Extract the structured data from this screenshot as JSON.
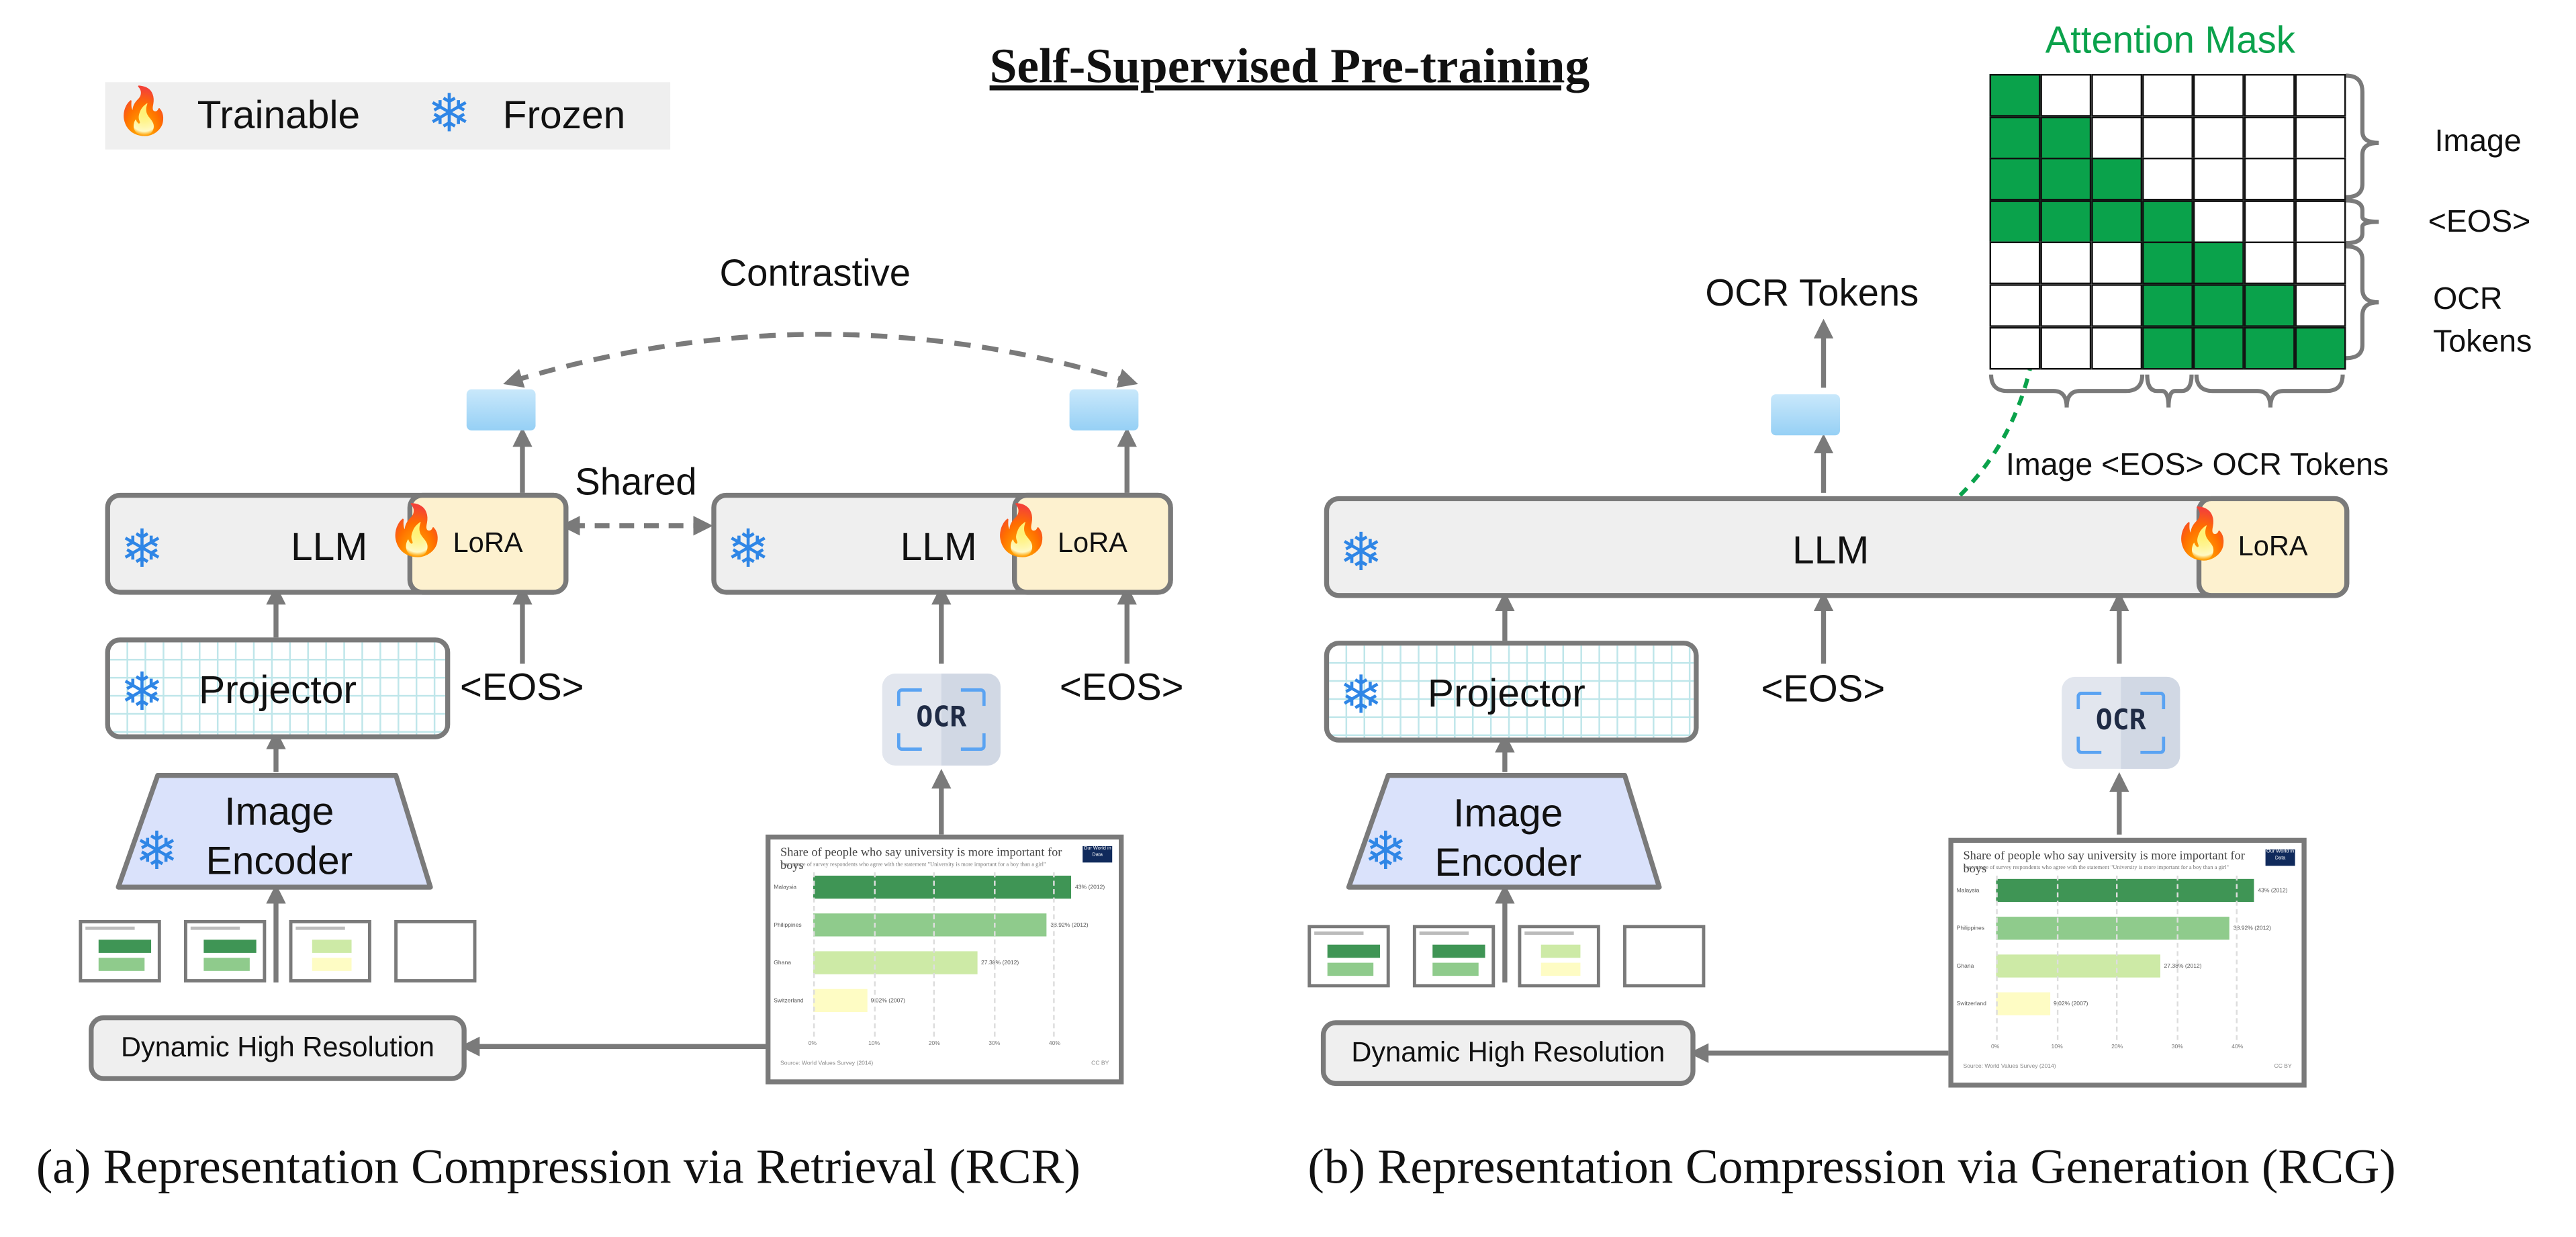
{
  "title": "Self-Supervised Pre-training",
  "legend": {
    "trainable": "Trainable",
    "frozen": "Frozen"
  },
  "icons": {
    "trainable": "fire-icon",
    "frozen": "snowflake-icon",
    "ocr": "ocr-scan-icon"
  },
  "colors": {
    "mask_green": "#0aa24b",
    "encoder_fill": "#dae2fb",
    "lora_fill": "#fdf1cf",
    "token_fill": "#9fd4f6",
    "arrow": "#7a7a7a"
  },
  "rcr": {
    "contrastive": "Contrastive",
    "shared": "Shared",
    "llm_left": "LLM",
    "lora_left": "LoRA",
    "llm_right": "LLM",
    "lora_right": "LoRA",
    "projector": "Projector",
    "eos_left": "<EOS>",
    "eos_right": "<EOS>",
    "encoder_line1": "Image",
    "encoder_line2": "Encoder",
    "dynamic": "Dynamic High Resolution",
    "caption": "(a) Representation Compression via Retrieval (RCR)"
  },
  "rcg": {
    "ocr_tokens": "OCR Tokens",
    "llm": "LLM",
    "lora": "LoRA",
    "projector": "Projector",
    "eos": "<EOS>",
    "encoder_line1": "Image",
    "encoder_line2": "Encoder",
    "dynamic": "Dynamic High Resolution",
    "caption": "(b) Representation Compression via Generation (RCG)"
  },
  "attention_mask": {
    "title": "Attention Mask",
    "rows": [
      [
        1,
        0,
        0,
        0,
        0,
        0,
        0
      ],
      [
        1,
        1,
        0,
        0,
        0,
        0,
        0
      ],
      [
        1,
        1,
        1,
        0,
        0,
        0,
        0
      ],
      [
        1,
        1,
        1,
        1,
        0,
        0,
        0
      ],
      [
        0,
        0,
        0,
        1,
        1,
        0,
        0
      ],
      [
        0,
        0,
        0,
        1,
        1,
        1,
        0
      ],
      [
        0,
        0,
        0,
        1,
        1,
        1,
        1
      ]
    ],
    "row_labels": {
      "image": "Image",
      "eos": "<EOS>",
      "ocr_line1": "OCR",
      "ocr_line2": "Tokens"
    },
    "col_labels": "Image <EOS> OCR Tokens"
  },
  "chart_thumbnail": {
    "title": "Share of people who say university is more important for boys",
    "subtitle": "Percentage of survey respondents who agree with the statement \"University is more important for a boy than a girl\"",
    "categories": [
      "Malaysia",
      "Philippines",
      "Ghana",
      "Switzerland"
    ],
    "values": [
      43,
      38.92,
      27.38,
      9.02
    ],
    "labels": [
      "43% (2012)",
      "38.92% (2012)",
      "27.38% (2012)",
      "9.02% (2007)"
    ],
    "colors": [
      "#3f9555",
      "#8fcb8c",
      "#cdeaa6",
      "#fefcc4"
    ],
    "ticks": [
      "0%",
      "10%",
      "20%",
      "30%",
      "40%"
    ],
    "source": "Source: World Values Survey (2014)",
    "license": "CC BY",
    "badge": "Our World in Data"
  }
}
